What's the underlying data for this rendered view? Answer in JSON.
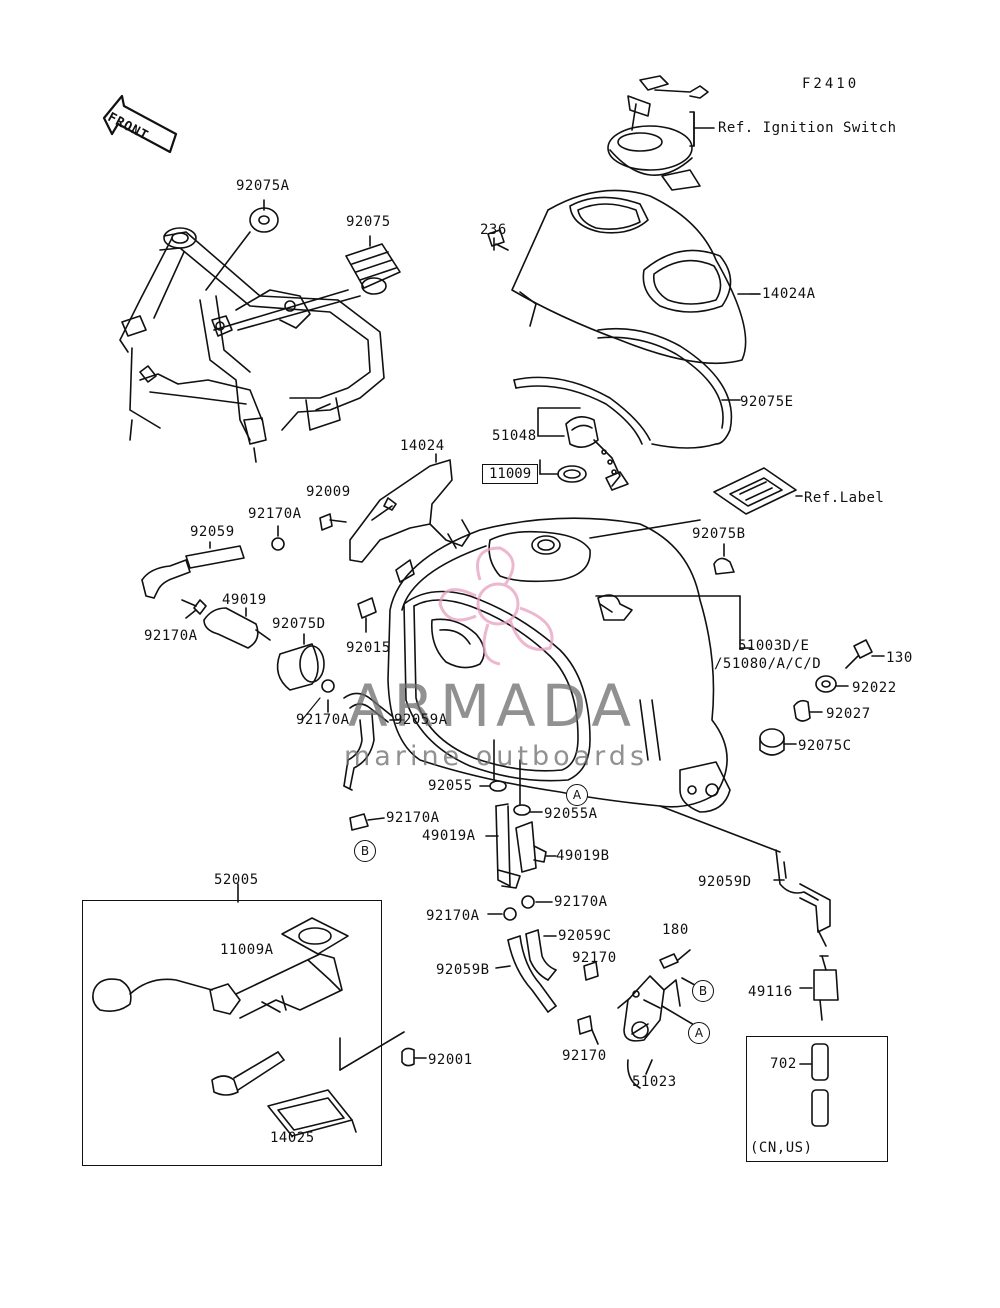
{
  "diagram": {
    "figure_code": "F2410",
    "front_label": "FRONT",
    "parts": [
      {
        "id": "p-92075A",
        "label": "92075A"
      },
      {
        "id": "p-92075",
        "label": "92075"
      },
      {
        "id": "p-236",
        "label": "236"
      },
      {
        "id": "p-14024A",
        "label": "14024A"
      },
      {
        "id": "p-92075E",
        "label": "92075E"
      },
      {
        "id": "p-51048",
        "label": "51048"
      },
      {
        "id": "p-11009",
        "label": "11009"
      },
      {
        "id": "p-14024",
        "label": "14024"
      },
      {
        "id": "p-92009",
        "label": "92009"
      },
      {
        "id": "p-92170A-1",
        "label": "92170A"
      },
      {
        "id": "p-92059",
        "label": "92059"
      },
      {
        "id": "p-49019",
        "label": "49019"
      },
      {
        "id": "p-92170A-2",
        "label": "92170A"
      },
      {
        "id": "p-92075D",
        "label": "92075D"
      },
      {
        "id": "p-92015",
        "label": "92015"
      },
      {
        "id": "p-92170A-3",
        "label": "92170A"
      },
      {
        "id": "p-92059A",
        "label": "92059A"
      },
      {
        "id": "p-92075B",
        "label": "92075B"
      },
      {
        "id": "p-51003",
        "label": "51003D/E"
      },
      {
        "id": "p-51080",
        "label": "/51080/A/C/D"
      },
      {
        "id": "p-130",
        "label": "130"
      },
      {
        "id": "p-92022",
        "label": "92022"
      },
      {
        "id": "p-92027",
        "label": "92027"
      },
      {
        "id": "p-92075C",
        "label": "92075C"
      },
      {
        "id": "p-92055",
        "label": "92055"
      },
      {
        "id": "p-92055A",
        "label": "92055A"
      },
      {
        "id": "p-92170A-4",
        "label": "92170A"
      },
      {
        "id": "p-49019A",
        "label": "49019A"
      },
      {
        "id": "p-49019B",
        "label": "49019B"
      },
      {
        "id": "p-92059D",
        "label": "92059D"
      },
      {
        "id": "p-52005",
        "label": "52005"
      },
      {
        "id": "p-11009A",
        "label": "11009A"
      },
      {
        "id": "p-92170A-5",
        "label": "92170A"
      },
      {
        "id": "p-92170A-6",
        "label": "92170A"
      },
      {
        "id": "p-92059C",
        "label": "92059C"
      },
      {
        "id": "p-180",
        "label": "180"
      },
      {
        "id": "p-92059B",
        "label": "92059B"
      },
      {
        "id": "p-92170-1",
        "label": "92170"
      },
      {
        "id": "p-49116",
        "label": "49116"
      },
      {
        "id": "p-92001",
        "label": "92001"
      },
      {
        "id": "p-92170-2",
        "label": "92170"
      },
      {
        "id": "p-51023",
        "label": "51023"
      },
      {
        "id": "p-702",
        "label": "702"
      },
      {
        "id": "p-14025",
        "label": "14025"
      }
    ],
    "refs": {
      "ignition": "Ref. Ignition Switch",
      "label": "Ref.Label"
    },
    "callouts": {
      "a": "A",
      "b": "B"
    },
    "market": "(CN,US)"
  },
  "watermark": {
    "title": "ARMADA",
    "subtitle": "marine outboards",
    "logo_color": "#e8a0c0"
  }
}
